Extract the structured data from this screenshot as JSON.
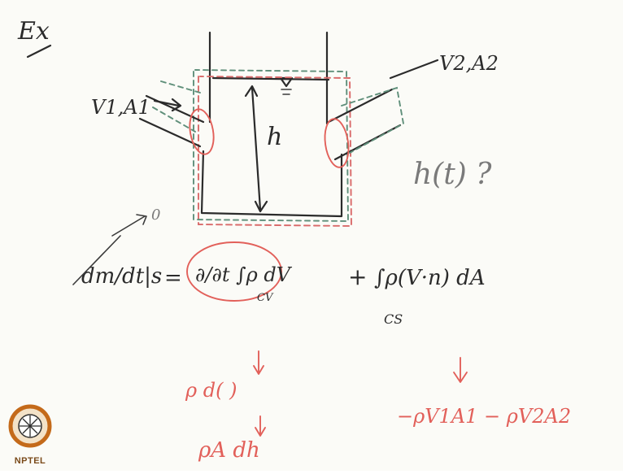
{
  "board": {
    "example_label": "Ex",
    "inlet_label": "V1,A1",
    "outlet_label": "V2,A2",
    "height_label": "h",
    "question": "h(t) ?",
    "zero_mark": "0",
    "lhs": "dm/dt|s",
    "equals": "=",
    "partial_term": "∂/∂t ∫ρ dV",
    "cv_subscript": "CV",
    "plus": "+",
    "flux_term": "∫ρ(V·n) dA",
    "cs_subscript": "CS",
    "red_left_top": "ρ d( )",
    "red_left_bottom": "ρA dh",
    "red_right": "−ρV1A1 − ρV2A2"
  },
  "logo": {
    "name": "NPTEL",
    "ring_color": "#c46a1a",
    "center_color": "#2e2e2e"
  }
}
